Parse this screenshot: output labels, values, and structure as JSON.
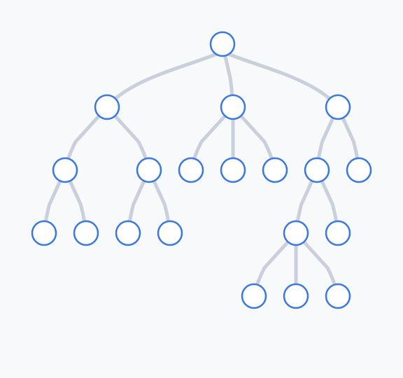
{
  "diagram": {
    "type": "tree",
    "colors": {
      "background": "#f8f9fb",
      "edge": "#c9d0dc",
      "node_stroke": "#3a78e0",
      "node_fill": "#ffffff"
    },
    "root": {
      "id": "root",
      "children": [
        {
          "id": "a",
          "children": [
            {
              "id": "a1",
              "children": [
                {
                  "id": "a1a",
                  "children": []
                },
                {
                  "id": "a1b",
                  "children": []
                }
              ]
            },
            {
              "id": "a2",
              "children": [
                {
                  "id": "a2a",
                  "children": []
                },
                {
                  "id": "a2b",
                  "children": []
                }
              ]
            }
          ]
        },
        {
          "id": "b",
          "children": [
            {
              "id": "b1",
              "children": []
            },
            {
              "id": "b2",
              "children": []
            },
            {
              "id": "b3",
              "children": []
            }
          ]
        },
        {
          "id": "c",
          "children": [
            {
              "id": "c1",
              "children": [
                {
                  "id": "c1a",
                  "children": [
                    {
                      "id": "c1a1",
                      "children": []
                    },
                    {
                      "id": "c1a2",
                      "children": []
                    },
                    {
                      "id": "c1a3",
                      "children": []
                    }
                  ]
                },
                {
                  "id": "c1b",
                  "children": []
                }
              ]
            },
            {
              "id": "c2",
              "children": []
            }
          ]
        }
      ]
    }
  }
}
